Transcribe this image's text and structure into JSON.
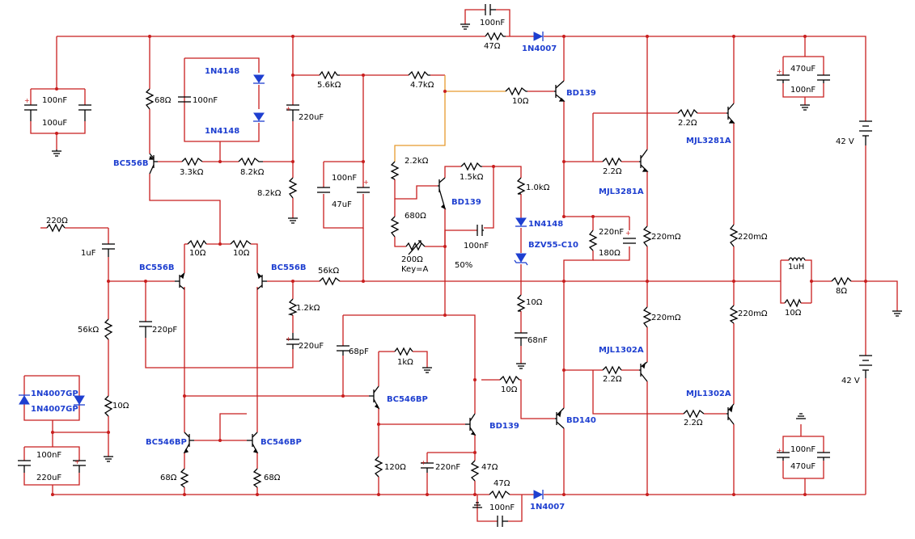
{
  "labels": {
    "c_top_feedback": "100nF",
    "r_top_feedback": "47Ω",
    "d_top": "1N4007",
    "c_in_left_1": "100nF",
    "c_in_left_2": "100uF",
    "r_68_top": "68Ω",
    "d_1n4148_1": "1N4148",
    "d_1n4148_2": "1N4148",
    "c_100n_mid": "100nF",
    "r_5k6": "5.6kΩ",
    "r_4k7": "4.7kΩ",
    "c_220u_top": "220uF",
    "q_bc556b_top": "BC556B",
    "r_3k3": "3.3kΩ",
    "r_8k2_h": "8.2kΩ",
    "r_8k2_v": "8.2kΩ",
    "c_100n_vas": "100nF",
    "c_47u": "47uF",
    "r_2k2": "2.2kΩ",
    "r_1k5": "1.5kΩ",
    "q_bd139_vbe": "BD139",
    "r_680": "680Ω",
    "pot_200": "200Ω",
    "pot_key": "Key=A",
    "pot_pct": "50%",
    "c_100n_pot": "100nF",
    "r_1k0": "1.0kΩ",
    "d_1n4148_3": "1N4148",
    "z_bzv": "BZV55-C10",
    "r_10_drv": "10Ω",
    "q_bd139_drv": "BD139",
    "r_220": "220Ω",
    "c_1u": "1uF",
    "q_bc556b_l": "BC556B",
    "q_bc556b_r": "BC556B",
    "r_10_a": "10Ω",
    "r_10_b": "10Ω",
    "r_56k_h": "56kΩ",
    "r_1k2": "1.2kΩ",
    "c_220u_mid": "220uF",
    "c_220p": "220pF",
    "r_56k_v": "56kΩ",
    "c_68p": "68pF",
    "r_1k_gnd": "1kΩ",
    "q_bc546bp_mid": "BC546BP",
    "d_1n4007gp_1": "1N4007GP",
    "d_1n4007gp_2": "1N4007GP",
    "r_10_v": "10Ω",
    "q_bc546bp_l": "BC546BP",
    "q_bc546bp_r": "BC546BP",
    "r_68_l": "68Ω",
    "r_68_r": "68Ω",
    "c_100n_bl": "100nF",
    "c_220u_bl": "220uF",
    "r_120": "120Ω",
    "c_220n_b": "220nF",
    "r_47_b": "47Ω",
    "q_bd139_b": "BD139",
    "r_10_b2": "10Ω",
    "r_47_bot": "47Ω",
    "c_100n_bot": "100nF",
    "d_bot": "1N4007",
    "r_10_ll": "10Ω",
    "c_68n": "68nF",
    "q_mjl3281a_1": "MJL3281A",
    "q_mjl3281a_2": "MJL3281A",
    "r_2r2_a": "2.2Ω",
    "r_2r2_b": "2.2Ω",
    "c_220n_t": "220nF",
    "r_180": "180Ω",
    "r_220m_1": "220mΩ",
    "r_220m_2": "220mΩ",
    "q_bd140": "BD140",
    "q_mjl1302a_1": "MJL1302A",
    "q_mjl1302a_2": "MJL1302A",
    "r_2r2_c": "2.2Ω",
    "r_2r2_d": "2.2Ω",
    "r_220m_3": "220mΩ",
    "r_220m_4": "220mΩ",
    "l_1uh": "1uH",
    "r_10_out": "10Ω",
    "r_8": "8Ω",
    "c_470u_t": "470uF",
    "c_100n_tr": "100nF",
    "v_top": "42 V",
    "v_bot": "42 V",
    "c_100n_br": "100nF",
    "c_470u_b": "470uF"
  }
}
